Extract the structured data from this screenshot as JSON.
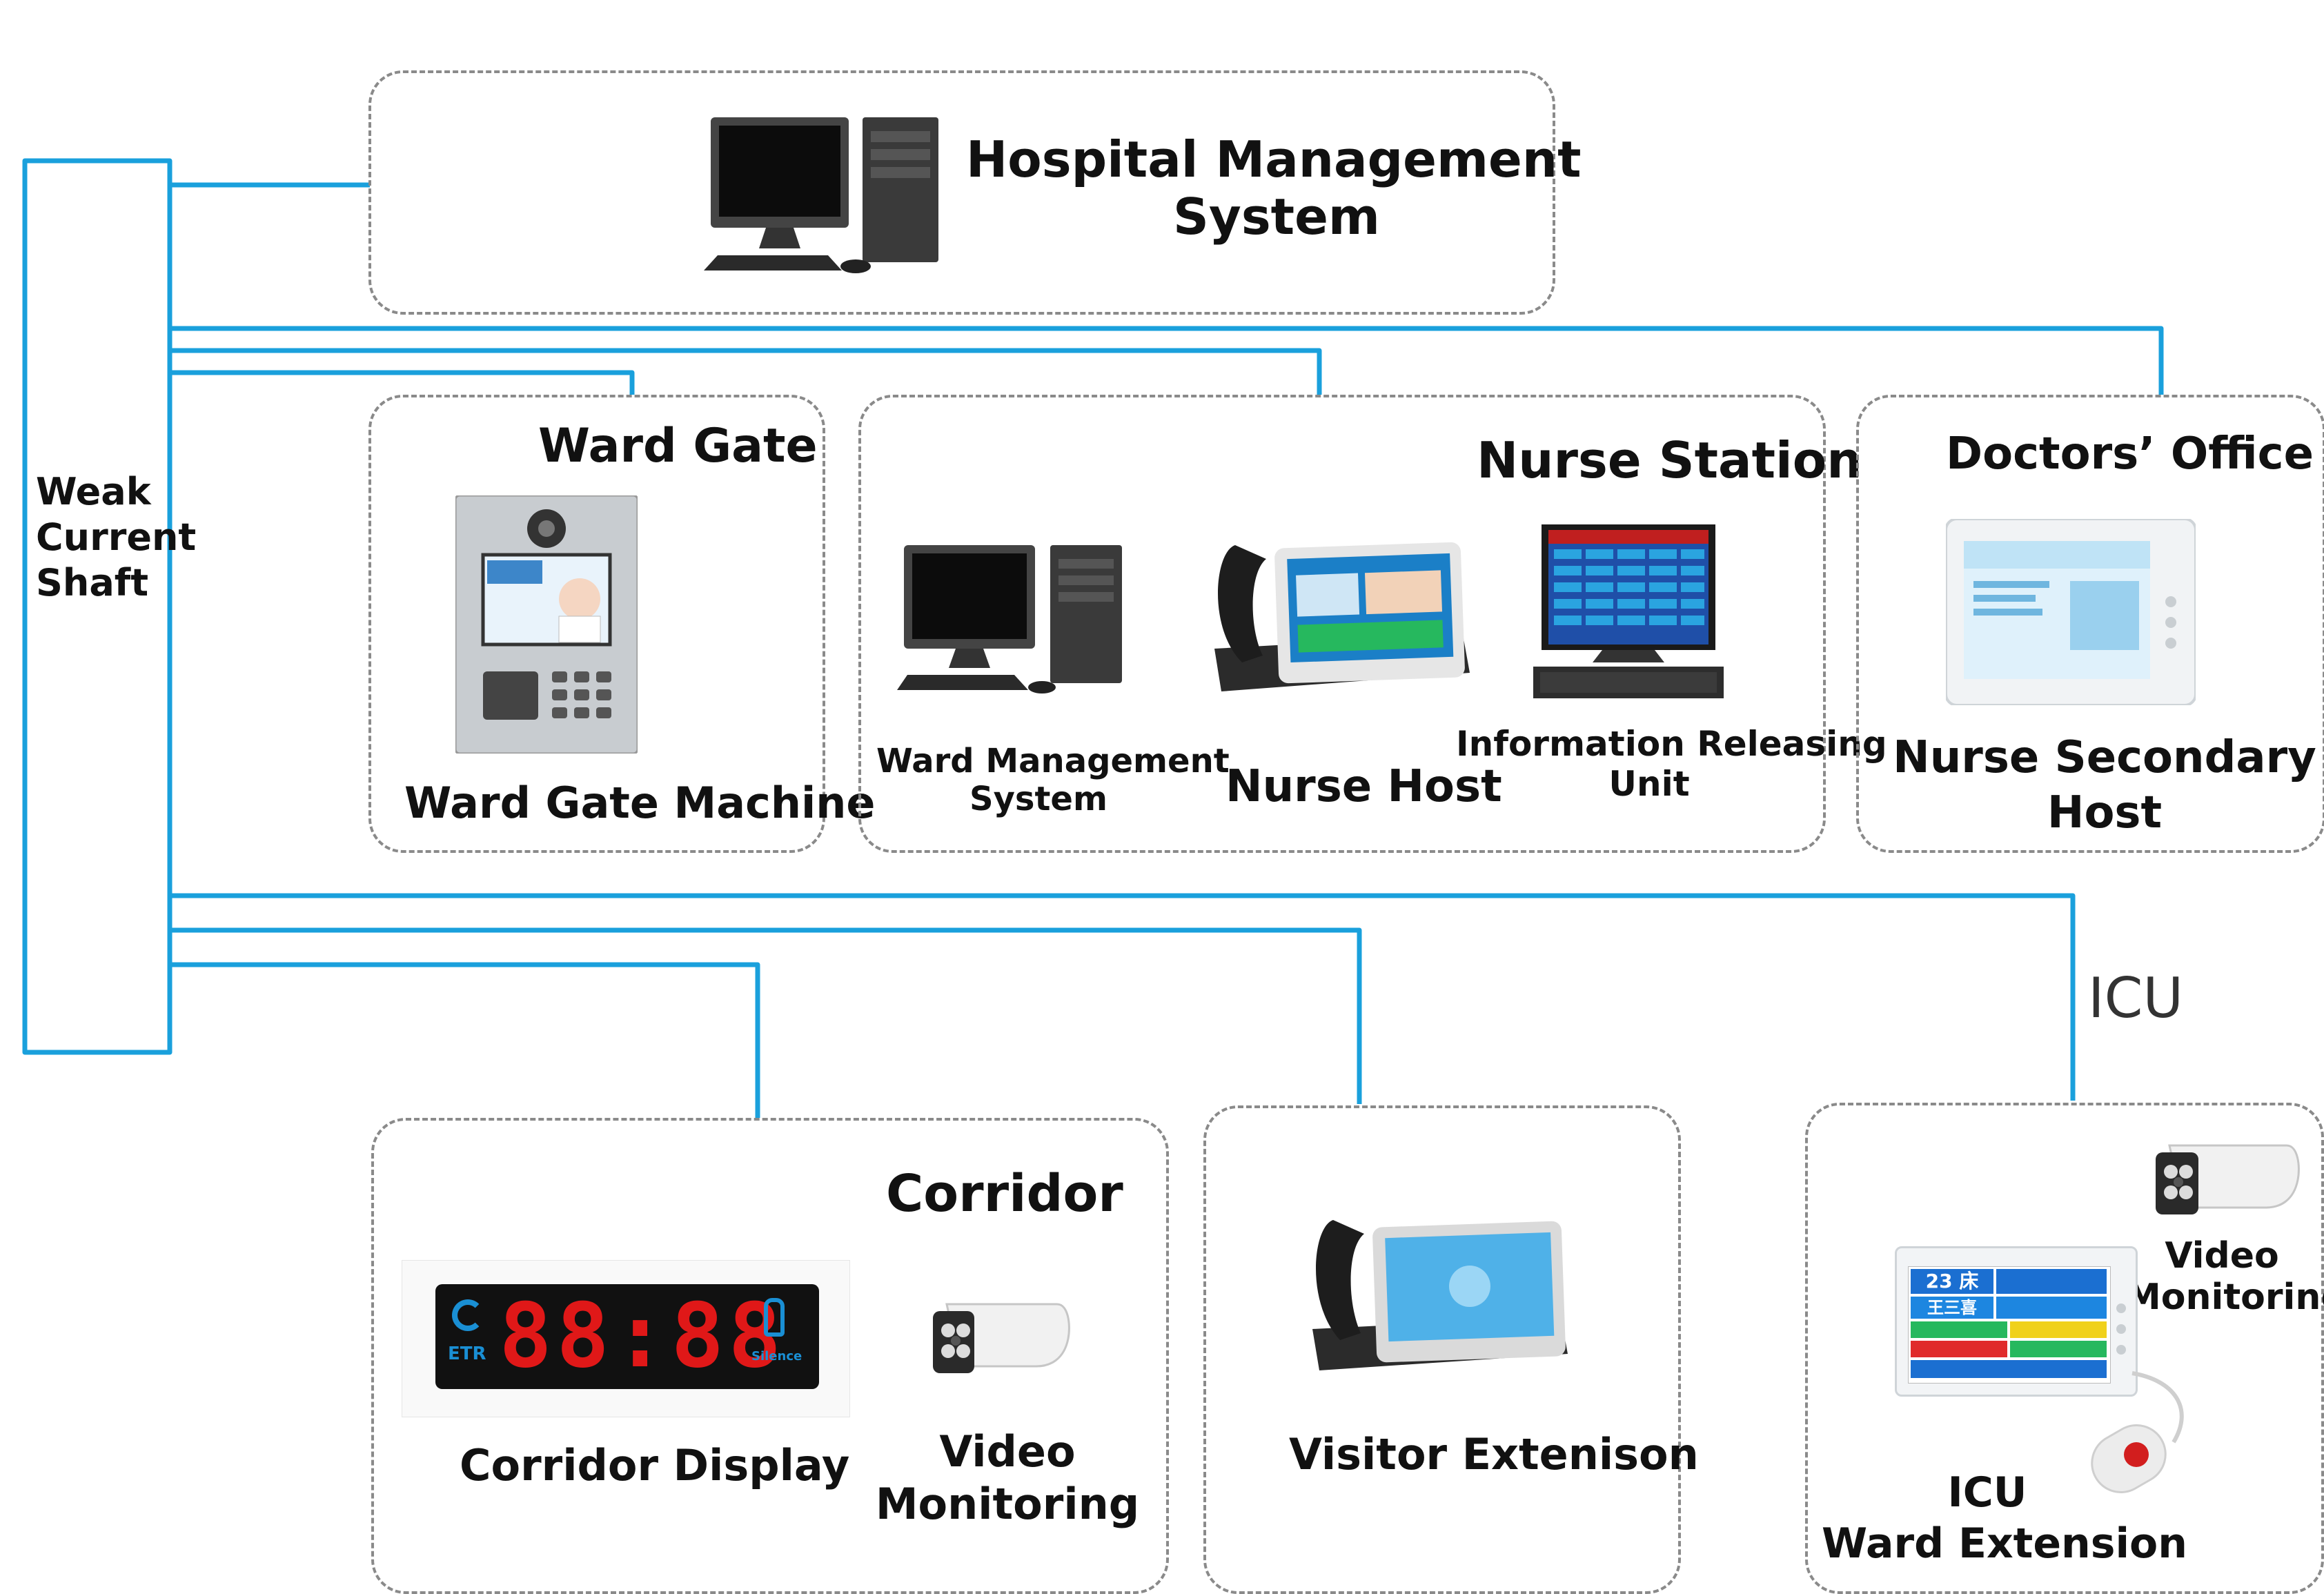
{
  "shaft": {
    "line1": "Weak",
    "line2": "Current",
    "line3": "Shaft"
  },
  "hms": {
    "line1": "Hospital Management",
    "line2": "System"
  },
  "ward_gate": {
    "title": "Ward Gate",
    "device": "Ward Gate Machine"
  },
  "nurse_station": {
    "title": "Nurse Station",
    "wms": {
      "line1": "Ward Management",
      "line2": "System"
    },
    "host": "Nurse Host",
    "iru": {
      "line1": "Information Releasing",
      "line2": "Unit"
    }
  },
  "doctors_office": {
    "title": "Doctors’ Office",
    "device": {
      "line1": "Nurse Secondary",
      "line2": "Host"
    }
  },
  "icu_label": "ICU",
  "corridor": {
    "title": "Corridor",
    "display": {
      "label": "Corridor Display",
      "clock": "88:88",
      "brand": "ETR",
      "silence": "Silence"
    },
    "video": {
      "line1": "Video",
      "line2": "Monitoring"
    }
  },
  "visitor": {
    "label": "Visitor Extenison"
  },
  "icu": {
    "video": {
      "line1": "Video",
      "line2": "Monitoring"
    },
    "extension": {
      "line1": "ICU",
      "line2": "Ward Extension"
    },
    "bed_screen": {
      "bed": "23 床",
      "name": "王三喜"
    }
  },
  "colors": {
    "wire": "#1aa0dc",
    "dash": "#8a8a8a",
    "display_red": "#e01818"
  }
}
